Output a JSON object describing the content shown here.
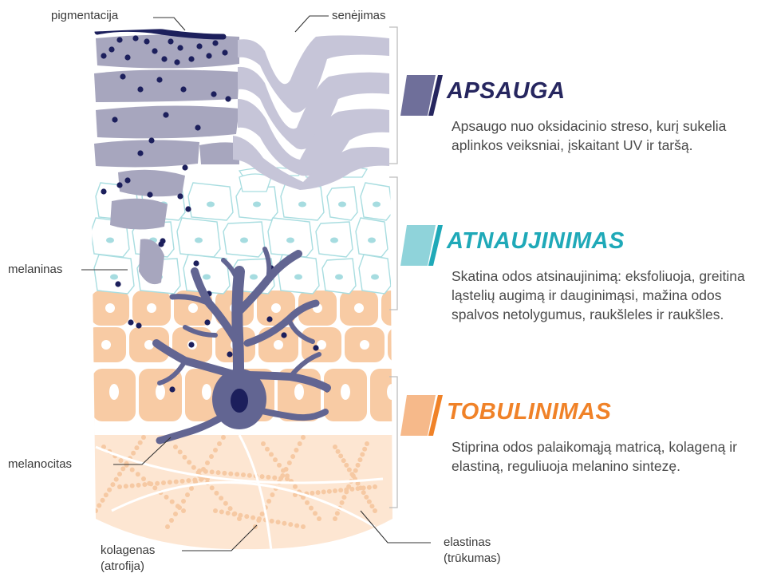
{
  "labels": {
    "pigmentation": "pigmentacija",
    "aging": "senėjimas",
    "melanin": "melaninas",
    "melanocyte": "melanocitas",
    "collagen_line1": "kolagenas",
    "collagen_line2": "(atrofija)",
    "elastin_line1": "elastinas",
    "elastin_line2": "(trūkumas)"
  },
  "sections": [
    {
      "title": "APSAUGA",
      "text": "Apsaugo nuo oksidacinio streso, kurį sukelia aplinkos veiksniai, įskaitant UV ir taršą.",
      "color": "#26265f",
      "marker_color": "#6f6f9a"
    },
    {
      "title": "ATNAUJINIMAS",
      "text": "Skatina odos atsinaujinimą: eksfoliuoja, greitina ląstelių augimą ir dauginimąsi, mažina odos spalvos netolygumus, raukšleles ir raukšles.",
      "color": "#1fa9b8",
      "marker_color": "#8fd3da"
    },
    {
      "title": "TOBULINIMAS",
      "text": "Stiprina odos palaikomąją matricą, kolageną ir elastiną, reguliuoja melanino sintezę.",
      "color": "#f08228",
      "marker_color": "#f6b98a"
    }
  ],
  "colors": {
    "pigment_dark": "#1c1f5c",
    "corneocyte": "#a7a6be",
    "aging_layer": "#c6c5d8",
    "spinous_outline": "#a8dde0",
    "nucleus_teal": "#a6dce0",
    "basal_cell": "#f8cba4",
    "dermis": "#fde6d2",
    "collagen_dot": "#f6c9a3",
    "melanocyte": "#626592",
    "melanocyte_nucleus": "#1c1f5c",
    "bracket": "#b9b9b9"
  }
}
